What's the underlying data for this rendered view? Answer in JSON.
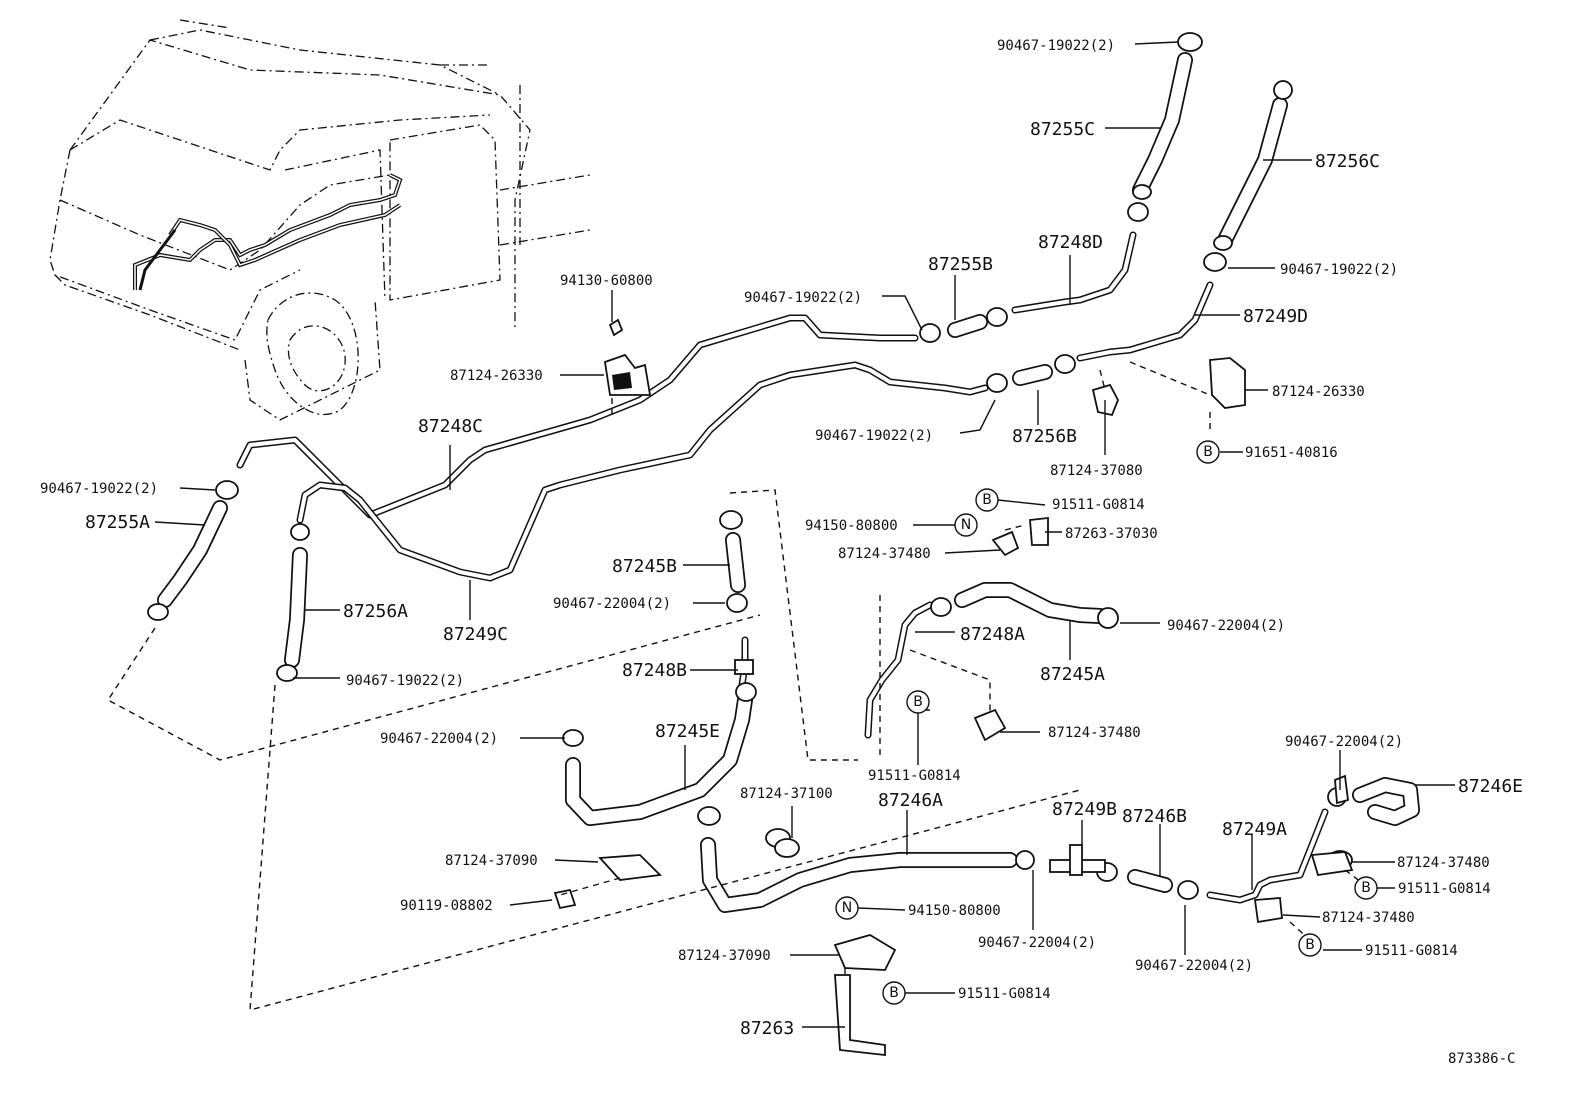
{
  "labels": {
    "p_90467_19022_top": "90467-19022(2)",
    "p_87255C": "87255C",
    "p_87256C": "87256C",
    "p_90467_19022_r": "90467-19022(2)",
    "p_87248D": "87248D",
    "p_87255B": "87255B",
    "p_94130_60800": "94130-60800",
    "p_90467_19022_mid": "90467-19022(2)",
    "p_87249D": "87249D",
    "p_87124_26330_l": "87124-26330",
    "p_87124_26330_r": "87124-26330",
    "p_90467_19022_m2": "90467-19022(2)",
    "p_87256B": "87256B",
    "p_91651_40816": "91651-40816",
    "p_87248C": "87248C",
    "p_87124_37080": "87124-37080",
    "p_90467_19022_l": "90467-19022(2)",
    "p_87255A": "87255A",
    "p_91511_G0814_a": "91511-G0814",
    "p_94150_80800_a": "94150-80800",
    "p_87263_37030": "87263-37030",
    "p_87124_37480_a": "87124-37480",
    "p_87245B": "87245B",
    "p_90467_22004_a": "90467-22004(2)",
    "p_87256A": "87256A",
    "p_87249C": "87249C",
    "p_87248A": "87248A",
    "p_90467_22004_r": "90467-22004(2)",
    "p_87245A": "87245A",
    "p_87248B": "87248B",
    "p_90467_19022_b": "90467-19022(2)",
    "p_87124_37480_b": "87124-37480",
    "p_90467_22004_l": "90467-22004(2)",
    "p_87245E": "87245E",
    "p_91511_G0814_b": "91511-G0814",
    "p_90467_22004_rr": "90467-22004(2)",
    "p_87124_37100": "87124-37100",
    "p_87246A": "87246A",
    "p_87249B": "87249B",
    "p_87246B": "87246B",
    "p_87249A": "87249A",
    "p_87246E": "87246E",
    "p_87124_37090_a": "87124-37090",
    "p_87124_37480_c": "87124-37480",
    "p_91511_G0814_c": "91511-G0814",
    "p_90119_08802": "90119-08802",
    "p_94150_80800_b": "94150-80800",
    "p_90467_22004_b1": "90467-22004(2)",
    "p_87124_37480_d": "87124-37480",
    "p_90467_22004_b2": "90467-22004(2)",
    "p_91511_G0814_d": "91511-G0814",
    "p_87124_37090_b": "87124-37090",
    "p_91511_G0814_e": "91511-G0814",
    "p_87263": "87263",
    "diagram_code": "873386-C"
  },
  "markers": {
    "b": "B",
    "n": "N"
  }
}
